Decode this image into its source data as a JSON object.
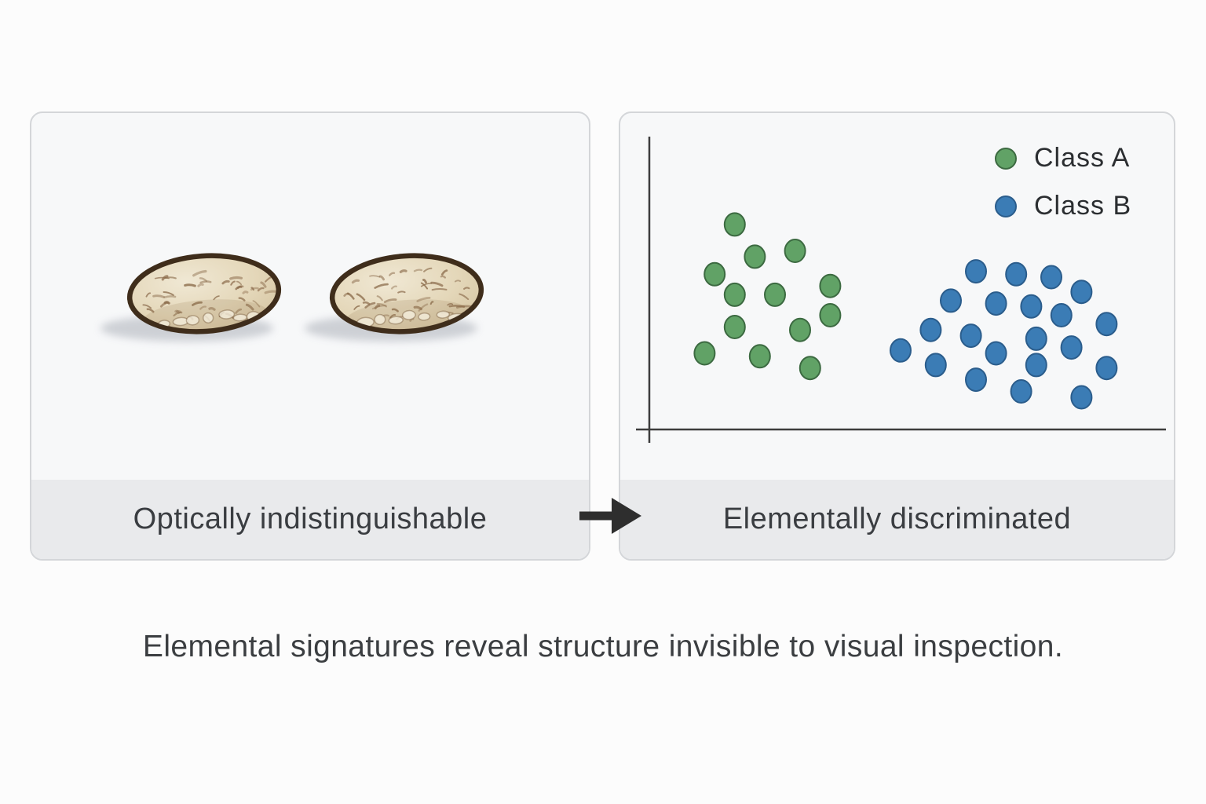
{
  "page": {
    "bottom_caption": "Elemental signatures reveal structure invisible to visual inspection."
  },
  "left_panel": {
    "caption": "Optically indistinguishable",
    "content": "two optically identical seeds illustration",
    "seed_count": 2
  },
  "right_panel": {
    "caption": "Elementally discriminated",
    "legend": [
      {
        "label": "Class A",
        "color": "#61a266",
        "stroke": "#3c6a41"
      },
      {
        "label": "Class B",
        "color": "#3b7cb5",
        "stroke": "#2b5d8c"
      }
    ]
  },
  "icons": {
    "between_panels": "arrow-right-icon"
  },
  "colors": {
    "page_background": "#fcfcfc",
    "card_background": "#f7f8f9",
    "card_border": "#d4d6d9",
    "caption_band": "#e9eaec",
    "caption_text": "#3a3d41",
    "axis": "#3d3d3d",
    "arrow": "#2e2e2e",
    "class_a_fill": "#61a266",
    "class_a_stroke": "#3c6a41",
    "class_b_fill": "#3b7cb5",
    "class_b_stroke": "#2b5d8c",
    "seed_outline": "#3f2d1b",
    "seed_fill_light": "#f0e8d4",
    "seed_fill_dark": "#d3c29e",
    "seed_speckle": "#8a6a4a",
    "seed_shadow": "#c9ccd2"
  },
  "chart_data": {
    "type": "scatter",
    "title": "",
    "xlabel": "",
    "ylabel": "",
    "xlim": [
      0,
      10
    ],
    "ylim": [
      0,
      10
    ],
    "grid": false,
    "tick_labels": false,
    "legend_position": "top-right",
    "series": [
      {
        "name": "Class A",
        "color": "#61a266",
        "points": [
          [
            1.7,
            7.0
          ],
          [
            2.1,
            5.9
          ],
          [
            2.9,
            6.1
          ],
          [
            1.3,
            5.3
          ],
          [
            1.7,
            4.6
          ],
          [
            2.5,
            4.6
          ],
          [
            3.6,
            4.9
          ],
          [
            3.6,
            3.9
          ],
          [
            1.7,
            3.5
          ],
          [
            3.0,
            3.4
          ],
          [
            1.1,
            2.6
          ],
          [
            2.2,
            2.5
          ],
          [
            3.2,
            2.1
          ]
        ]
      },
      {
        "name": "Class B",
        "color": "#3b7cb5",
        "points": [
          [
            6.5,
            5.4
          ],
          [
            7.3,
            5.3
          ],
          [
            8.0,
            5.2
          ],
          [
            8.6,
            4.7
          ],
          [
            6.0,
            4.4
          ],
          [
            6.9,
            4.3
          ],
          [
            7.6,
            4.2
          ],
          [
            8.2,
            3.9
          ],
          [
            9.1,
            3.6
          ],
          [
            5.6,
            3.4
          ],
          [
            6.4,
            3.2
          ],
          [
            7.7,
            3.1
          ],
          [
            5.0,
            2.7
          ],
          [
            5.7,
            2.2
          ],
          [
            6.9,
            2.6
          ],
          [
            8.4,
            2.8
          ],
          [
            7.7,
            2.2
          ],
          [
            9.1,
            2.1
          ],
          [
            6.5,
            1.7
          ],
          [
            7.4,
            1.3
          ],
          [
            8.6,
            1.1
          ]
        ]
      }
    ]
  }
}
